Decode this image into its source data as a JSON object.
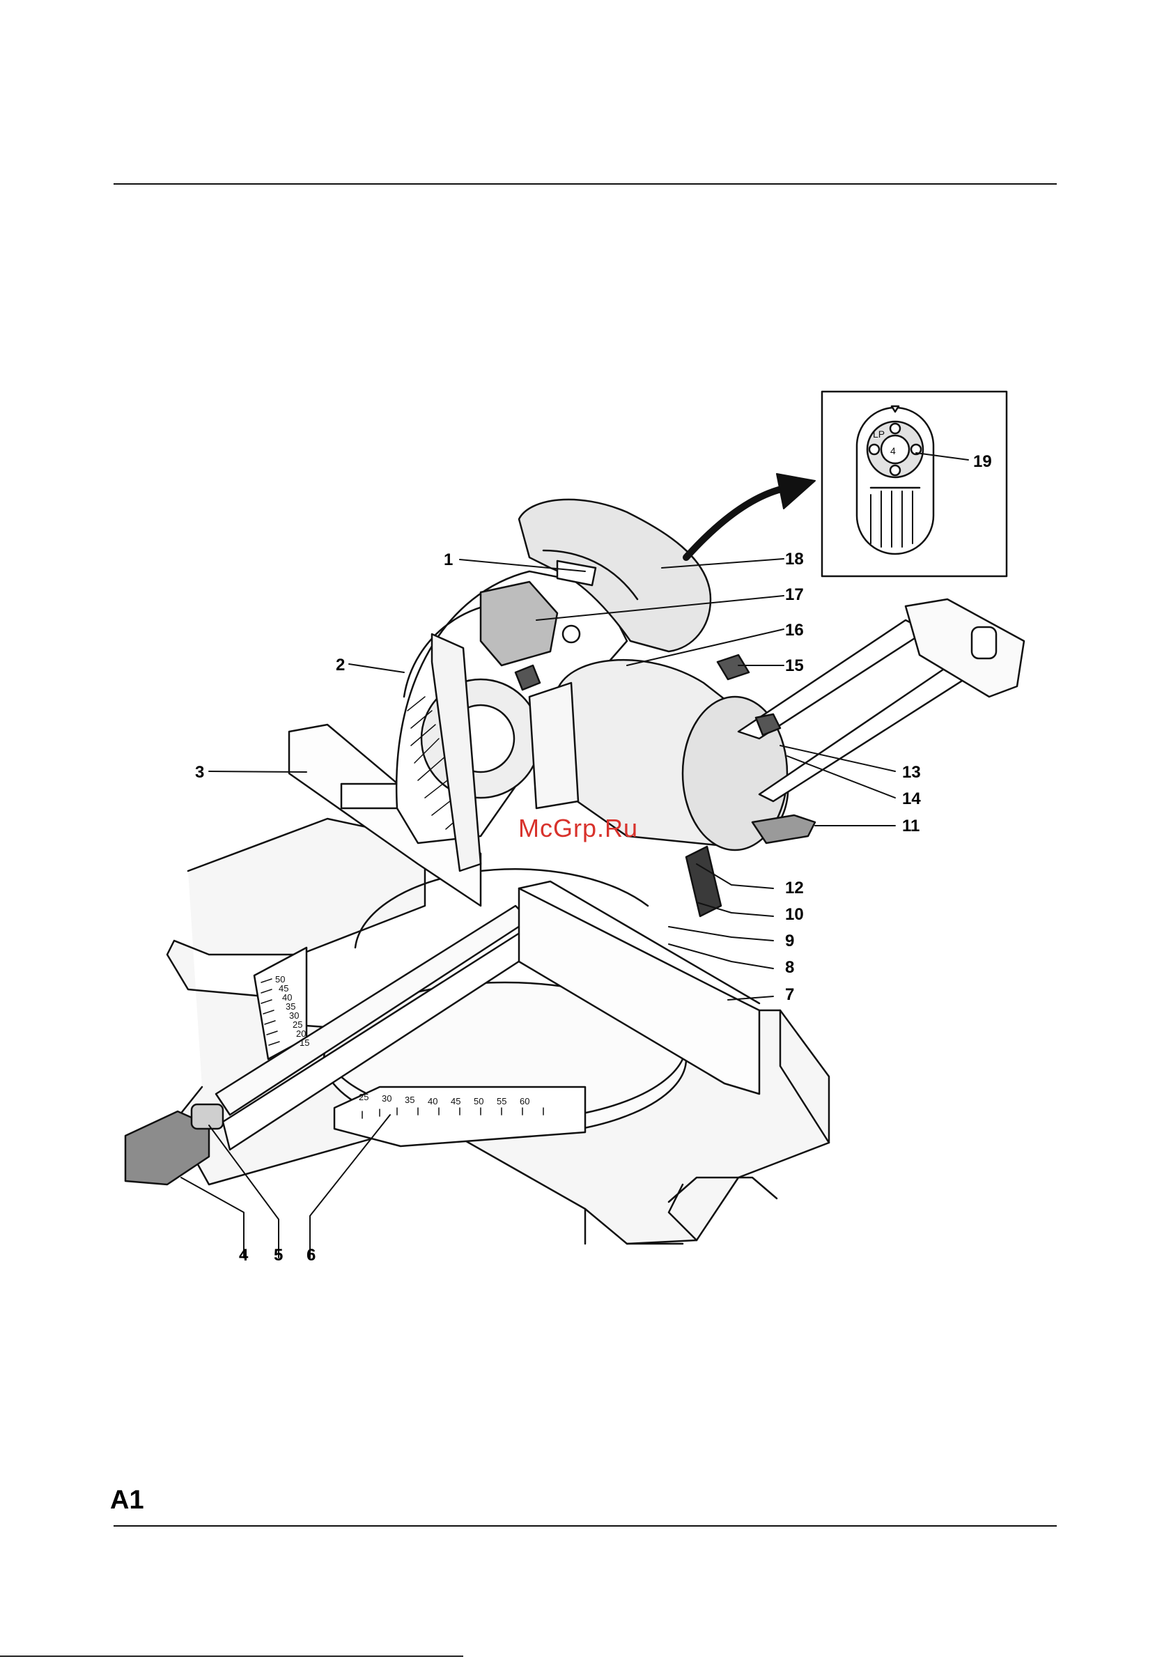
{
  "figure_label": "A1",
  "watermark": "McGrp.Ru",
  "callouts": [
    {
      "id": "1",
      "label": "1"
    },
    {
      "id": "2",
      "label": "2"
    },
    {
      "id": "3",
      "label": "3"
    },
    {
      "id": "4",
      "label": "4"
    },
    {
      "id": "5",
      "label": "5"
    },
    {
      "id": "6",
      "label": "6"
    },
    {
      "id": "7",
      "label": "7"
    },
    {
      "id": "8",
      "label": "8"
    },
    {
      "id": "9",
      "label": "9"
    },
    {
      "id": "10",
      "label": "10"
    },
    {
      "id": "11",
      "label": "11"
    },
    {
      "id": "12",
      "label": "12"
    },
    {
      "id": "13",
      "label": "13"
    },
    {
      "id": "14",
      "label": "14"
    },
    {
      "id": "15",
      "label": "15"
    },
    {
      "id": "16",
      "label": "16"
    },
    {
      "id": "17",
      "label": "17"
    },
    {
      "id": "18",
      "label": "18"
    },
    {
      "id": "19",
      "label": "19"
    }
  ],
  "inset_dial_marks": [
    "4",
    "LP"
  ],
  "left_scale_ticks": [
    "50",
    "45",
    "40",
    "35",
    "30",
    "25",
    "20",
    "15"
  ],
  "front_scale_ticks": [
    "25",
    "30",
    "35",
    "40",
    "45",
    "50",
    "55",
    "60"
  ],
  "colors": {
    "ink": "#111111",
    "watermark": "#d8322c",
    "shade": "#dcdcdc",
    "dark_shade": "#8c8c8c"
  }
}
